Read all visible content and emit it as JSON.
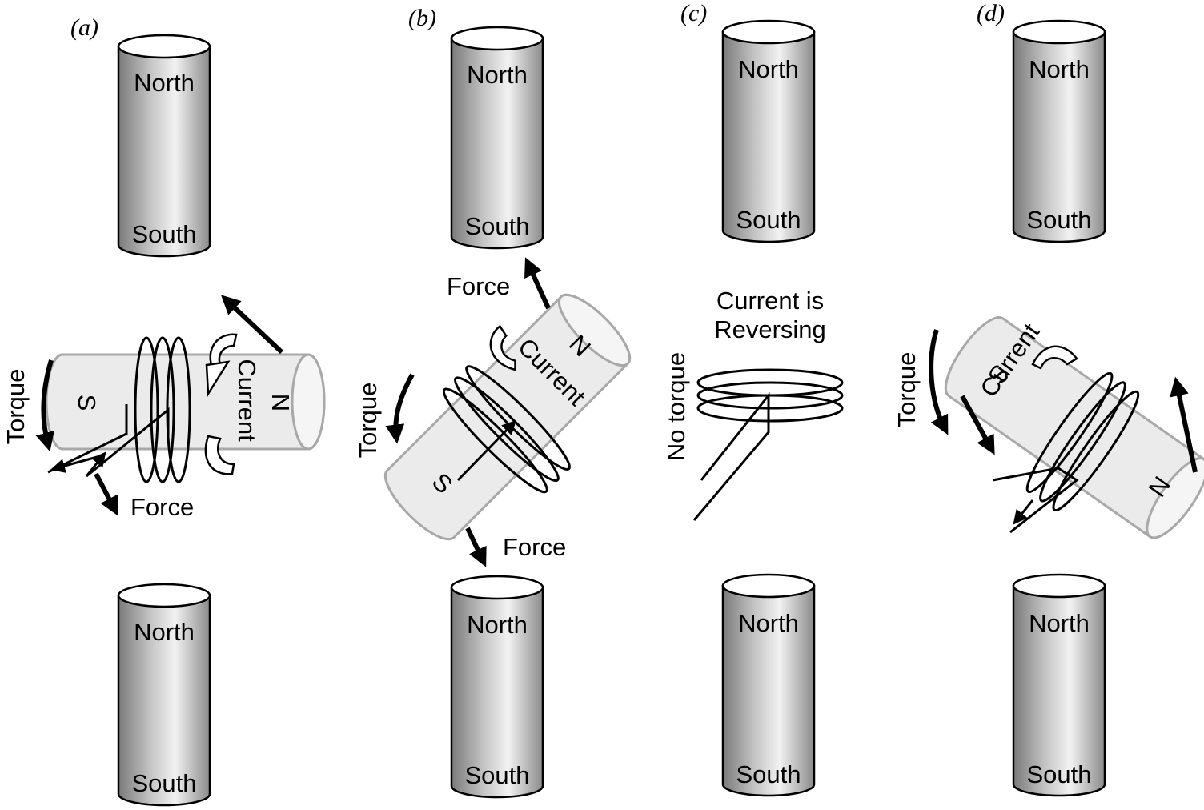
{
  "panels": [
    {
      "id": "a",
      "label": "(a)",
      "rotor_labels": {
        "south": "S",
        "north": "N"
      },
      "current": "Current",
      "force": "Force",
      "torque": "Torque"
    },
    {
      "id": "b",
      "label": "(b)",
      "rotor_labels": {
        "south": "S",
        "north": "N"
      },
      "current": "Current",
      "force_top": "Force",
      "force_bottom": "Force",
      "torque": "Torque"
    },
    {
      "id": "c",
      "label": "(c)",
      "current_line1": "Current is",
      "current_line2": "Reversing",
      "torque": "No torque"
    },
    {
      "id": "d",
      "label": "(d)",
      "rotor_labels": {
        "south": "S",
        "north": "N"
      },
      "current": "Current",
      "torque": "Torque"
    }
  ],
  "pole": {
    "north": "North",
    "south": "South"
  },
  "colors": {
    "pole_dark": "#7a7a7a",
    "pole_light": "#f2f2f2",
    "rotor_fill": "#ebebeb",
    "rotor_outline": "#a8a8a8"
  }
}
